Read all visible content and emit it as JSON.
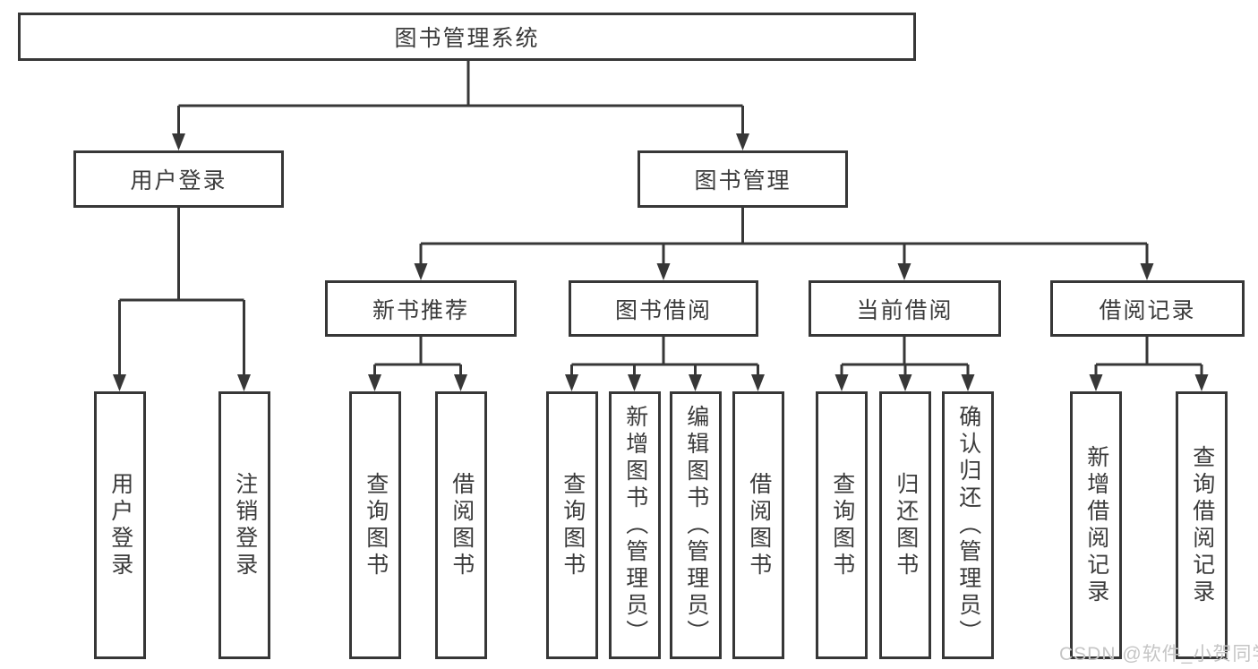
{
  "diagram": {
    "watermark": "CSDN @软件_小贺同学",
    "colors": {
      "line": "#373737",
      "node_border": "#373737",
      "node_text": "#3b3b3b",
      "background": "#ffffff",
      "watermark_text": "#c5c5c5"
    },
    "tree": {
      "label": "图书管理系统",
      "children": [
        {
          "label": "用户登录",
          "children": [
            {
              "label": "用户登录"
            },
            {
              "label": "注销登录"
            }
          ]
        },
        {
          "label": "图书管理",
          "children": [
            {
              "label": "新书推荐",
              "children": [
                {
                  "label": "查询图书"
                },
                {
                  "label": "借阅图书"
                }
              ]
            },
            {
              "label": "图书借阅",
              "children": [
                {
                  "label": "查询图书"
                },
                {
                  "label": "新增图书（管理员）"
                },
                {
                  "label": "编辑图书（管理员）"
                },
                {
                  "label": "借阅图书"
                }
              ]
            },
            {
              "label": "当前借阅",
              "children": [
                {
                  "label": "查询图书"
                },
                {
                  "label": "归还图书"
                },
                {
                  "label": "确认归还（管理员）"
                }
              ]
            },
            {
              "label": "借阅记录",
              "children": [
                {
                  "label": "新增借阅记录"
                },
                {
                  "label": "查询借阅记录"
                }
              ]
            }
          ]
        }
      ]
    }
  }
}
